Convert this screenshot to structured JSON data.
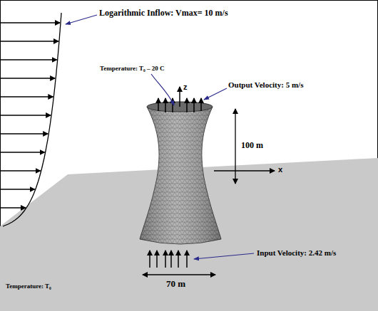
{
  "diagram": {
    "labels": [
      "Logarithmic Inflow: Vmax= 10 m/s",
      "Temperature: T₀ – 20 C",
      "z",
      "Output Velocity: 5 m/s",
      "100 m",
      "x",
      "Input Velocity: 2.42 m/s",
      "70 m",
      "Temperature: T₀"
    ]
  }
}
